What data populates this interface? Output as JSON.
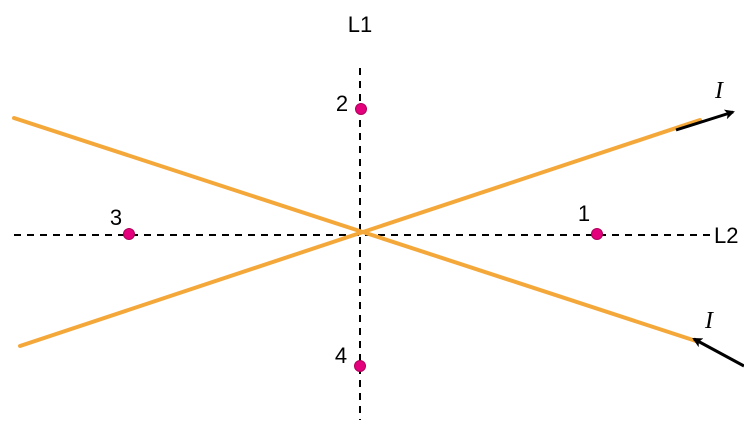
{
  "axes": {
    "vertical_label": "L1",
    "horizontal_label": "L2"
  },
  "points": [
    {
      "id": "1",
      "label": "1"
    },
    {
      "id": "2",
      "label": "2"
    },
    {
      "id": "3",
      "label": "3"
    },
    {
      "id": "4",
      "label": "4"
    }
  ],
  "currents": {
    "upper_label": "I",
    "lower_label": "I"
  },
  "colors": {
    "wire": "#F5A83A",
    "point": "#E4007C",
    "point_outline": "#B0005A",
    "axis": "#000000"
  }
}
